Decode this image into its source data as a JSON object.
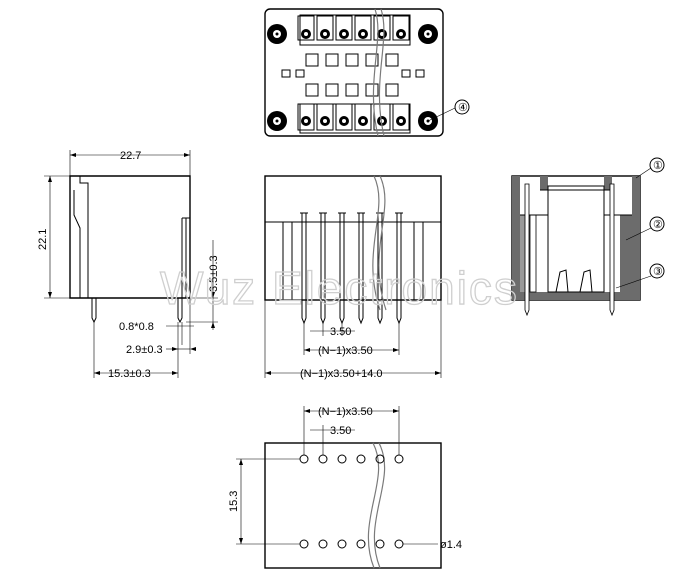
{
  "dimensions": {
    "width_top": "22.7",
    "height_left": "22.1",
    "pin_length": "3.5±0.3",
    "pin_section": "0.8*0.8",
    "pin_offset": "2.9±0.3",
    "row_spacing": "15.3±0.3",
    "pitch_front": "3.50",
    "span_front": "(N−1)x3.50",
    "overall_front": "(N−1)x3.50+14.0",
    "span_pcb": "(N−1)x3.50",
    "pitch_pcb": "3.50",
    "row_pcb": "15.3",
    "hole_dia": "ø1.4"
  },
  "callouts": [
    "①",
    "②",
    "③",
    "④"
  ],
  "watermark": "Wuz Electronics"
}
